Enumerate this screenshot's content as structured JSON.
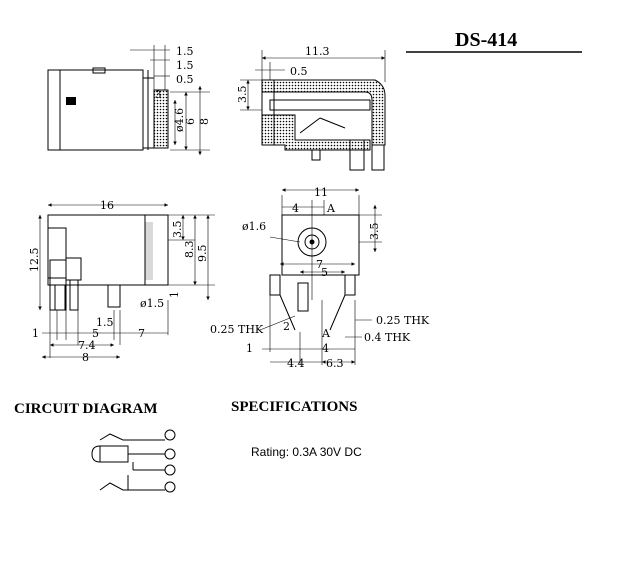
{
  "title": "DS-414",
  "sections": {
    "circuit": "CIRCUIT DIAGRAM",
    "specs": "SPECIFICATIONS"
  },
  "specs": {
    "rating": "Rating: 0.3A 30V DC"
  },
  "dims": {
    "top_left": {
      "d1": "1.5",
      "d2": "1.5",
      "d3": "0.5",
      "d4": "3",
      "d5": "ø4.6",
      "d6": "6",
      "d7": "8"
    },
    "top_right": {
      "d1": "11.3",
      "d2": "0.5",
      "d3": "3.5"
    },
    "bottom_left": {
      "d1": "16",
      "d2": "3.5",
      "d3": "8.3",
      "d4": "9.5",
      "d5": "12.5",
      "d6": "ø1.5",
      "d7": "1",
      "d8": "1.5",
      "d9": "1",
      "d10": "5",
      "d11": "7",
      "d12": "7.4",
      "d13": "8"
    },
    "bottom_right": {
      "d1": "11",
      "d2": "4",
      "d3": "A",
      "d4": "ø1.6",
      "d5": "3.5",
      "d6": "7",
      "d7": "5",
      "d8": "0.25 THK",
      "d9": "2",
      "d10": "0.25 THK",
      "d11": "1",
      "d12": "A",
      "d13": "0.4 THK",
      "d14": "4",
      "d15": "4.4",
      "d16": "6.3"
    }
  }
}
